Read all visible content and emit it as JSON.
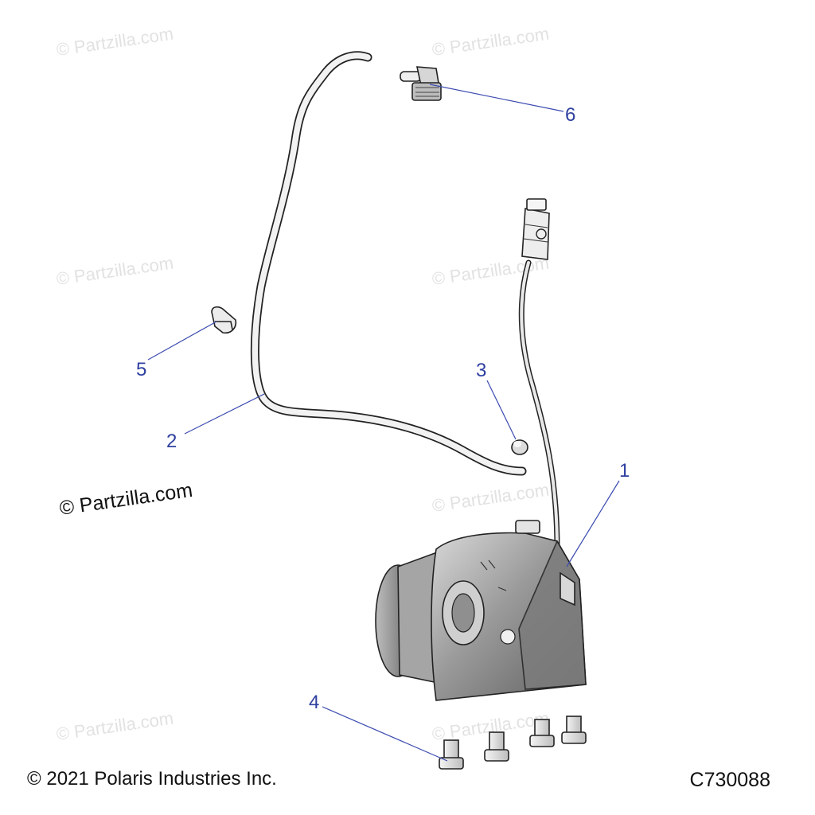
{
  "watermark": "© Partzilla.com",
  "partzilla_mark": "© Partzilla.com",
  "copyright": "© 2021 Polaris Industries Inc.",
  "diagram_code": "C730088",
  "callouts": {
    "c1": "1",
    "c2": "2",
    "c3": "3",
    "c4": "4",
    "c5": "5",
    "c6": "6"
  },
  "colors": {
    "callout_text": "#2f3fa0",
    "leader_line": "#3b4bb0",
    "watermark": "#e2e2e2"
  }
}
